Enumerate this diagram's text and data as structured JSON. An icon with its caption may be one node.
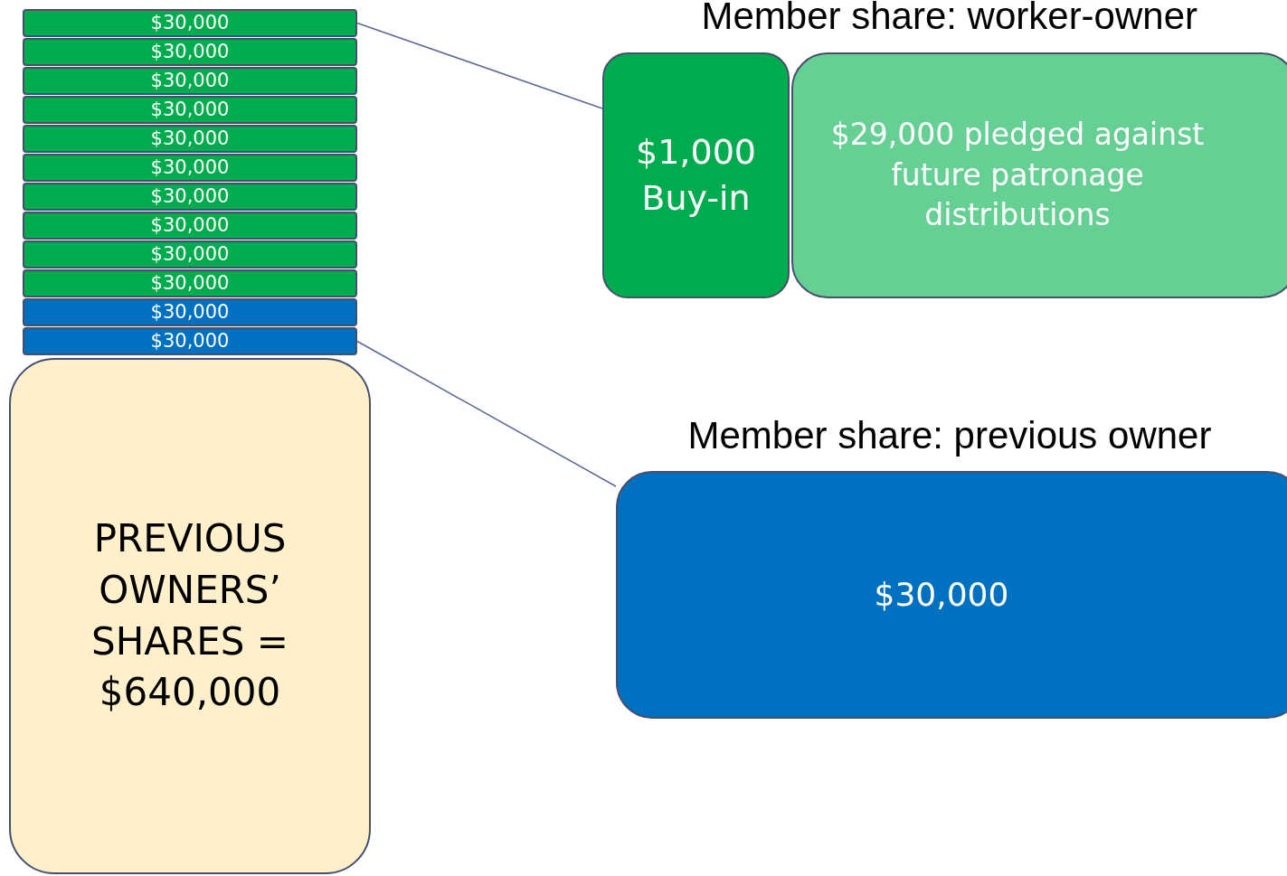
{
  "diagram": {
    "nodes": [
      {
        "text": [
          "$30,000"
        ]
      },
      {
        "text": [
          "$30,000"
        ]
      },
      {
        "text": [
          "$30,000"
        ]
      },
      {
        "text": [
          "$30,000"
        ]
      },
      {
        "text": [
          "$30,000"
        ]
      },
      {
        "text": [
          "$30,000"
        ]
      },
      {
        "text": [
          "$30,000"
        ]
      },
      {
        "text": [
          "$30,000"
        ]
      },
      {
        "text": [
          "$30,000"
        ]
      },
      {
        "text": [
          "$30,000"
        ]
      },
      {
        "text": [
          "$30,000"
        ]
      },
      {
        "text": [
          "$30,000"
        ]
      },
      {
        "text": [
          "PREVIOUS OWNERS’ SHARES = $640,000"
        ]
      },
      {
        "text": [
          "$1,000 Buy-in"
        ]
      },
      {
        "text": [
          "$29,000 pledged against future patronage distributions"
        ]
      },
      {
        "text": [
          "$30,000"
        ]
      }
    ],
    "edges": [
      {
        "from": 0,
        "to": 13,
        "arrow": "none"
      },
      {
        "from": 11,
        "to": 15,
        "arrow": "none"
      }
    ],
    "labels": [
      "Member share: worker-owner",
      "Member share: previous owner"
    ]
  }
}
